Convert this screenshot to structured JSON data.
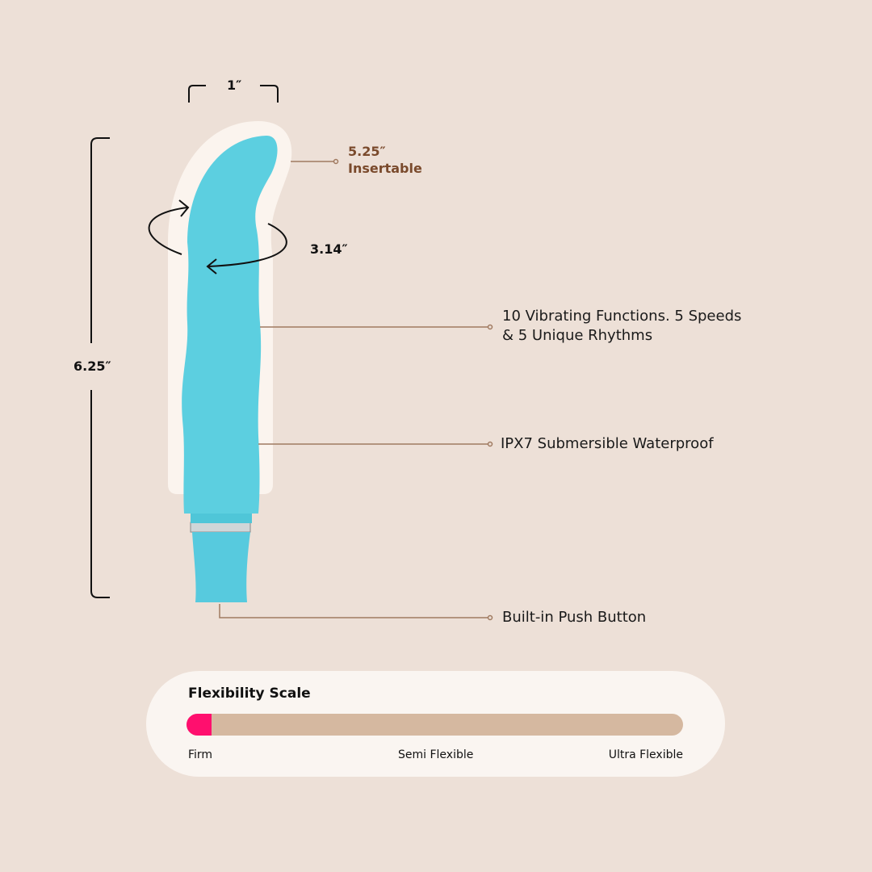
{
  "dimensions": {
    "width": "1″",
    "length": "6.25″",
    "circumference": "3.14″"
  },
  "insertable": {
    "value": "5.25″",
    "label": "Insertable"
  },
  "features": [
    {
      "line1": "10 Vibrating Functions. 5 Speeds",
      "line2": "& 5 Unique Rhythms"
    },
    {
      "line1": "IPX7 Submersible Waterproof"
    },
    {
      "line1": "Built-in Push Button"
    }
  ],
  "flexibility": {
    "title": "Flexibility Scale",
    "level_percent": 5,
    "labels": [
      "Firm",
      "Semi Flexible",
      "Ultra Flexible"
    ]
  },
  "colors": {
    "background": "#ede0d7",
    "product": "#5ccfe0",
    "accent_fill": "#ff0f6e",
    "track": "#d5b8a0",
    "leader": "#a07a60"
  }
}
